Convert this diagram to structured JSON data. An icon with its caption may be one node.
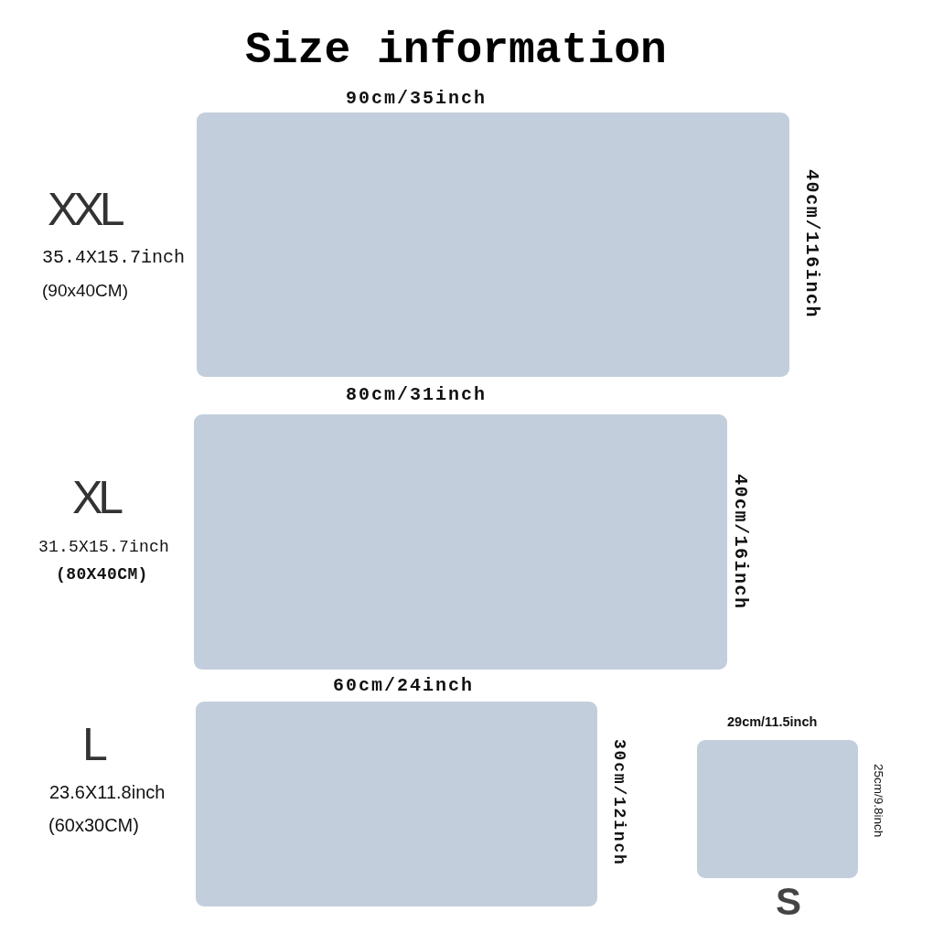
{
  "diagram": {
    "title": "Size information",
    "nodes": [
      {
        "text": [],
        "shape": "box",
        "beside": [
          "90cm/35inch",
          "XXL",
          "35.4X15.7inch",
          "(90x40CM)",
          "40cm/116inch"
        ]
      },
      {
        "text": [],
        "shape": "box",
        "beside": [
          "80cm/31inch",
          "XL",
          "31.5X15.7inch",
          "(80X40CM)",
          "40cm/16inch"
        ]
      },
      {
        "text": [],
        "shape": "box",
        "beside": [
          "60cm/24inch",
          "L",
          "23.6X11.8inch",
          "(60x30CM)",
          "30cm/12inch"
        ]
      },
      {
        "text": [],
        "shape": "box",
        "beside": [
          "29cm/11.5inch",
          "25cm/9.8inch",
          "S"
        ]
      }
    ]
  }
}
